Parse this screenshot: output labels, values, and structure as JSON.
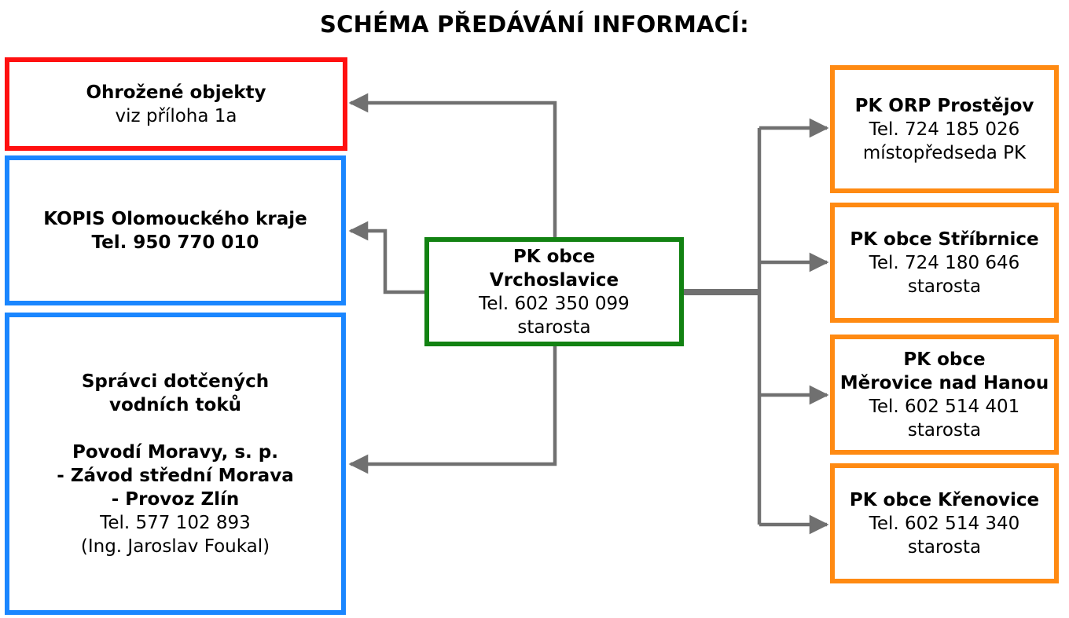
{
  "title": "SCHÉMA PŘEDÁVÁNÍ INFORMACÍ:",
  "colors": {
    "threatened": "#ff1010",
    "authority": "#1a86ff",
    "center": "#128212",
    "recipient": "#ff8a12",
    "connector": "#707070"
  },
  "center": {
    "lines": [
      "PK obce",
      "Vrchoslavice"
    ],
    "tel": "Tel. 602 350 099",
    "role": "starosta"
  },
  "left": {
    "threatened": {
      "title": "Ohrožené objekty",
      "note": "viz příloha 1a"
    },
    "kopis": {
      "title": "KOPIS Olomouckého kraje",
      "tel": "Tel. 950 770 010"
    },
    "water": {
      "heading": [
        "Správci dotčených",
        "vodních toků"
      ],
      "org": [
        "Povodí Moravy, s. p.",
        "- Závod střední Morava",
        "- Provoz Zlín"
      ],
      "tel": "Tel. 577 102 893",
      "contact": "(Ing. Jaroslav Foukal)"
    }
  },
  "right": [
    {
      "title": [
        "PK ORP Prostějov"
      ],
      "tel": "Tel. 724 185 026",
      "role": "místopředseda PK"
    },
    {
      "title": [
        "PK obce Stříbrnice"
      ],
      "tel": "Tel. 724 180 646",
      "role": "starosta"
    },
    {
      "title": [
        "PK obce",
        "Měrovice nad Hanou"
      ],
      "tel": "Tel. 602 514 401",
      "role": "starosta"
    },
    {
      "title": [
        "PK obce Křenovice"
      ],
      "tel": "Tel. 602 514 340",
      "role": "starosta"
    }
  ]
}
